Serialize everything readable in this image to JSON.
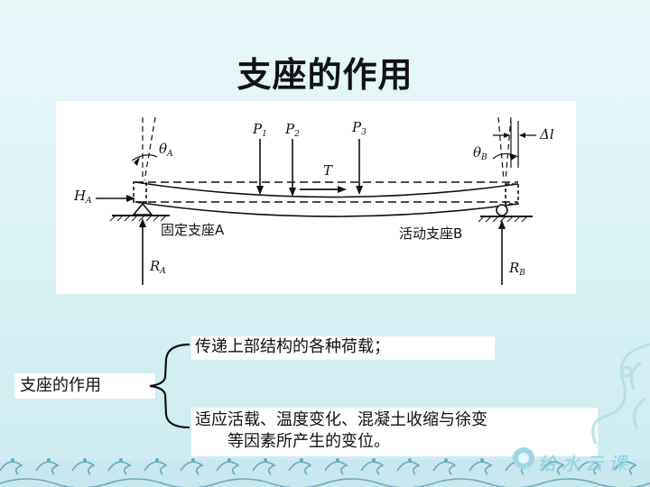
{
  "slide": {
    "title": "支座的作用"
  },
  "figure": {
    "labels": {
      "p1": "P",
      "p1_sub": "1",
      "p2": "P",
      "p2_sub": "2",
      "p3": "P",
      "p3_sub": "3",
      "t": "T",
      "theta_a": "θ",
      "theta_a_sub": "A",
      "theta_b": "θ",
      "theta_b_sub": "B",
      "delta_l": "Δl",
      "h_a": "H",
      "h_a_sub": "A",
      "r_a": "R",
      "r_a_sub": "A",
      "r_b": "R",
      "r_b_sub": "B",
      "fixed_support": "固定支座A",
      "movable_support": "活动支座B"
    }
  },
  "content": {
    "left_label": "支座的作用",
    "item1": "传递上部结构的各种荷载；",
    "item2_line1": "适应活载、温度变化、混凝土收缩与徐变",
    "item2_line2": "等因素所产生的变位。"
  },
  "logo": {
    "text": "给水云课"
  }
}
